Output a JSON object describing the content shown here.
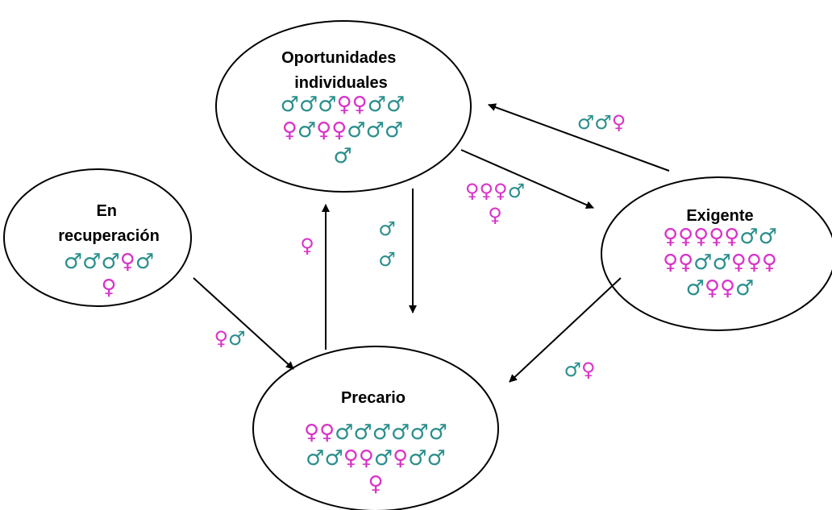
{
  "colors": {
    "male": "#2a8f8c",
    "female": "#d933c8",
    "stroke": "#000000"
  },
  "nodes": [
    {
      "id": "oportunidades",
      "name_lines": [
        "Oportunidades",
        "individuales"
      ],
      "rows": [
        "♂♂♂♀♀♂♂",
        "♀♂♀♀♂♂♂",
        "♂"
      ]
    },
    {
      "id": "recuperacion",
      "name_lines": [
        "En",
        "recuperación"
      ],
      "rows": [
        "♂♂♂♀♂",
        "♀"
      ]
    },
    {
      "id": "exigente",
      "name_lines": [
        "Exigente"
      ],
      "rows": [
        "♀♀♀♀♀♂♂",
        "♀♀♂♂♀♀♀",
        "♂♀♀♂"
      ]
    },
    {
      "id": "precario",
      "name_lines": [
        "Precario"
      ],
      "rows": [
        "♀♀♂♂♂♂♂♂",
        "♂♂♀♀♂♀♂♂",
        "♀"
      ]
    }
  ],
  "edges": [
    {
      "id": "exigente-to-oportunidades",
      "from": "exigente",
      "to": "oportunidades",
      "rows": [
        "♂♂♀"
      ]
    },
    {
      "id": "oportunidades-to-exigente",
      "from": "oportunidades",
      "to": "exigente",
      "rows": [
        "♀♀♀♂",
        "♀"
      ]
    },
    {
      "id": "oportunidades-to-precario",
      "from": "oportunidades",
      "to": "precario",
      "rows": [
        "♂",
        "♂"
      ]
    },
    {
      "id": "precario-to-oportunidades",
      "from": "precario",
      "to": "oportunidades",
      "rows": [
        "♀"
      ]
    },
    {
      "id": "recuperacion-to-precario",
      "from": "recuperacion",
      "to": "precario",
      "rows": [
        "♀♂"
      ]
    },
    {
      "id": "exigente-to-precario",
      "from": "exigente",
      "to": "precario",
      "rows": [
        "♂♀"
      ]
    }
  ]
}
